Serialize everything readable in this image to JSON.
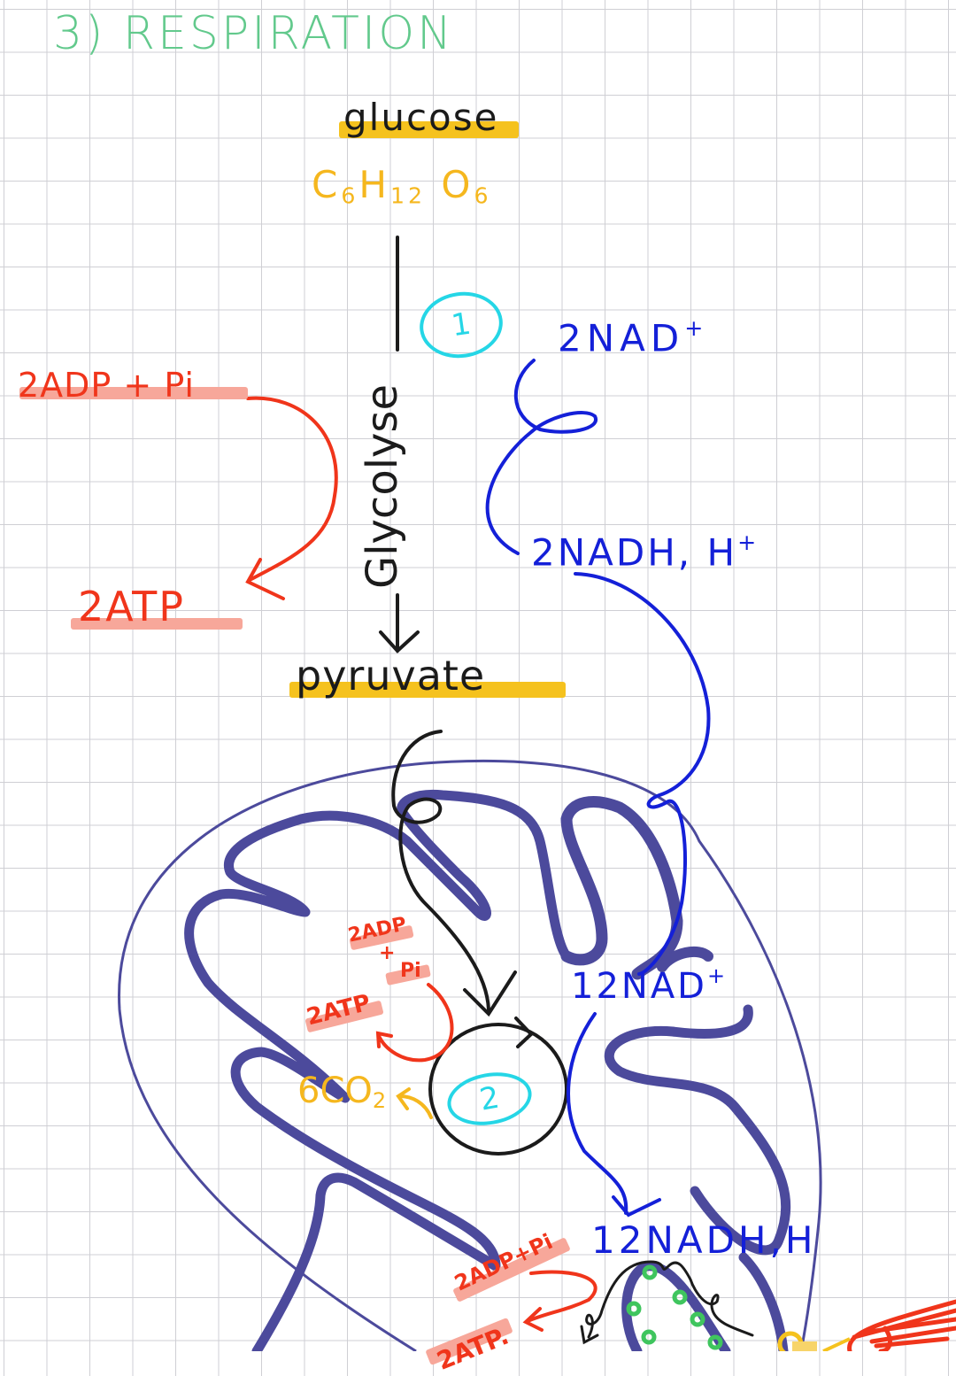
{
  "title": "3) RESPIRATION",
  "stage1": {
    "number": "1",
    "substrate": {
      "name": "glucose",
      "formula_c": "C",
      "formula_c_sub": "6",
      "formula_h": "H",
      "formula_h_sub": "12",
      "formula_o": "O",
      "formula_o_sub": "6"
    },
    "process_label": "Glycolyse",
    "product": "pyruvate",
    "atp_input": "2ADP + Pi",
    "atp_output": "2ATP",
    "nad_input": "2NAD",
    "nad_input_sup": "+",
    "nad_output": "2NADH, H",
    "nad_output_sup": "+"
  },
  "stage2": {
    "number": "2",
    "atp_input_line1": "2ADP",
    "atp_input_plus": "+",
    "atp_input_line2": "Pi",
    "atp_output": "2ATP",
    "co2_output": "6CO",
    "co2_sub": "2",
    "nad_input": "12NAD",
    "nad_input_sup": "+",
    "nad_output": "12NADH,H"
  },
  "stage3": {
    "atp_input": "2ADP+Pi",
    "atp_output": "2ATP."
  },
  "colors": {
    "title": "#62c98c",
    "highlight_yellow": "#f5c21e",
    "formula_yellow": "#f5b71e",
    "red": "#f0351b",
    "red_highlight": "#f7a79a",
    "blue": "#1420d8",
    "cyan": "#25d6e6",
    "membrane": "#4c4a9c",
    "ink": "#1b1b1b",
    "atp_synthase_green": "#3fc55e"
  }
}
